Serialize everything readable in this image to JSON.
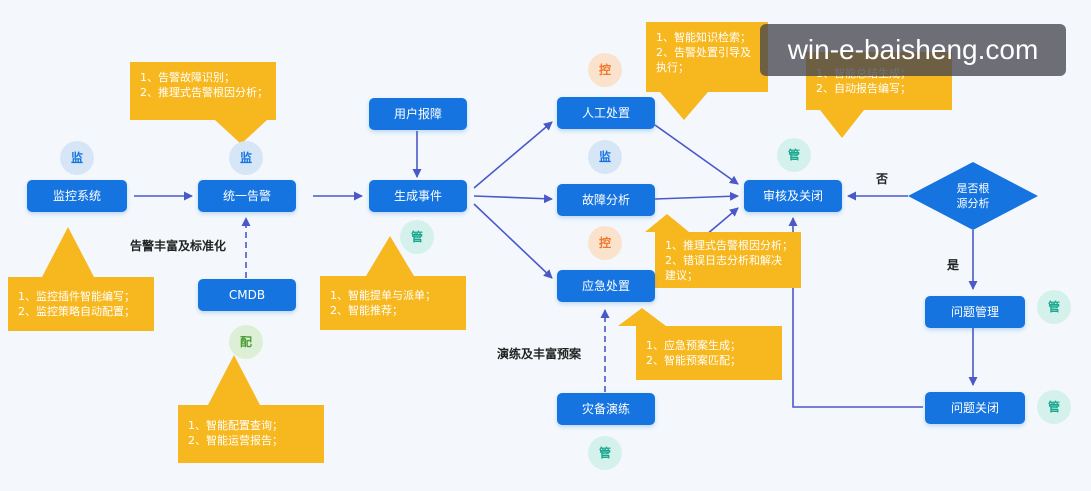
{
  "nodes": {
    "monitor_system": "监控系统",
    "unified_alert": "统一告警",
    "user_report": "用户报障",
    "generate_event": "生成事件",
    "cmdb": "CMDB",
    "manual_handling": "人工处置",
    "fault_analysis": "故障分析",
    "emergency_handling": "应急处置",
    "dr_drill": "灾备演练",
    "review_close": "审核及关闭",
    "root_cause_decision": [
      "是否根",
      "源分析"
    ],
    "problem_mgmt": "问题管理",
    "problem_close": "问题关闭"
  },
  "badges": {
    "jian": "监",
    "guan": "管",
    "kong": "控",
    "pei": "配"
  },
  "labels": {
    "alert_enrich": "告警丰富及标准化",
    "drill_enrich": "演练及丰富预案",
    "no": "否",
    "yes": "是"
  },
  "notes": {
    "alert": [
      "1、告警故障识别；",
      "2、推理式告警根因分析；"
    ],
    "monitor": [
      "1、监控插件智能编写；",
      "2、监控策略自动配置；"
    ],
    "event": [
      "1、智能提单与派单；",
      "2、智能推荐；"
    ],
    "cmdb": [
      "1、智能配置查询；",
      "2、智能运营报告；"
    ],
    "manual": [
      "1、智能知识检索；",
      "2、告警处置引导及",
      "执行；"
    ],
    "review": [
      "1、智能总结生成；",
      "2、自动报告编写；"
    ],
    "fault": [
      "1、推理式告警根因分析；",
      "2、错误日志分析和解决",
      "建议；"
    ],
    "emergency": [
      "1、应急预案生成；",
      "2、智能预案匹配；"
    ]
  },
  "watermark": "win-e-baisheng.com"
}
